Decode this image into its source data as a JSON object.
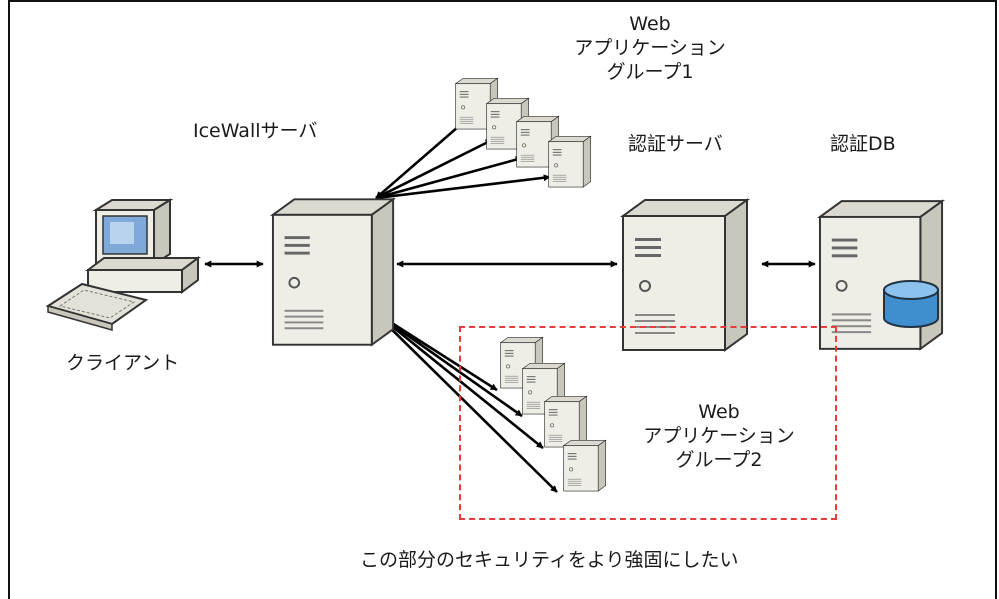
{
  "labels": {
    "web_group1": [
      "Web",
      "アプリケーション",
      "グループ1"
    ],
    "icewall": "IceWallサーバ",
    "auth_server": "認証サーバ",
    "auth_db": "認証DB",
    "client": "クライアント",
    "web_group2": [
      "Web",
      "アプリケーション",
      "グループ2"
    ],
    "caption": "この部分のセキュリティをより強固にしたい"
  },
  "colors": {
    "server_face": "#efeee6",
    "server_side": "#c9c7bc",
    "server_outline": "#333333",
    "arrow": "#000000",
    "dashed_box": "#e63c3c",
    "db_cylinder": "#3f8fd0",
    "monitor_screen": "#7fa9d8"
  }
}
